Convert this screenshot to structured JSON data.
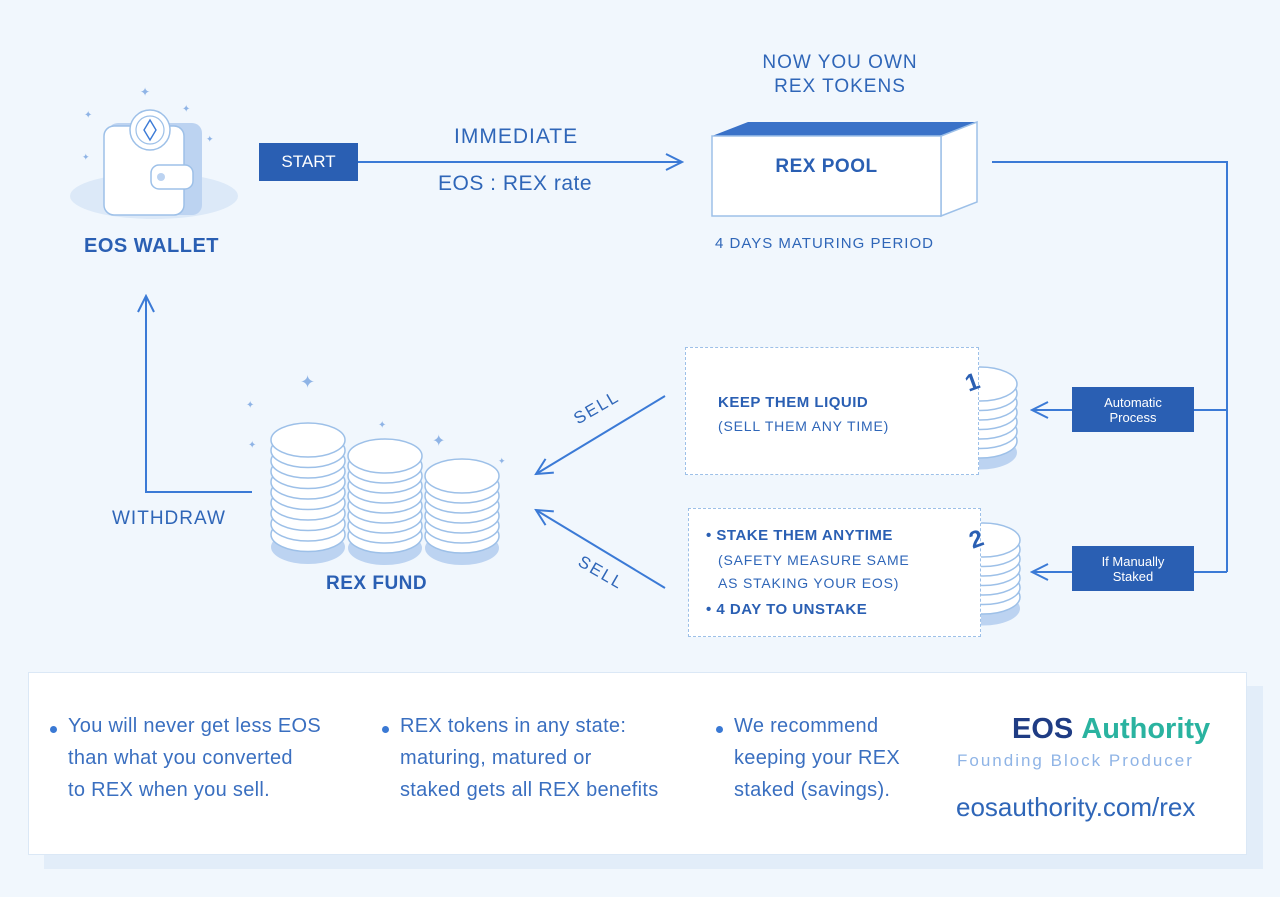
{
  "wallet": {
    "label": "EOS WALLET"
  },
  "start": {
    "label": "START"
  },
  "conversion": {
    "line1": "IMMEDIATE",
    "line2": "EOS : REX rate"
  },
  "rex_pool": {
    "heading_line1": "NOW YOU OWN",
    "heading_line2": "REX TOKENS",
    "label": "REX POOL",
    "maturing": "4 DAYS MATURING PERIOD"
  },
  "process": {
    "automatic_line1": "Automatic",
    "automatic_line2": "Process",
    "manual_line1": "If Manually",
    "manual_line2": "Staked"
  },
  "option_liquid": {
    "number": "1",
    "title": "KEEP THEM LIQUID",
    "subtitle": "(SELL THEM ANY TIME)"
  },
  "option_staked": {
    "number": "2",
    "point1": "• STAKE THEM ANYTIME",
    "point1_sub1": "(SAFETY MEASURE SAME",
    "point1_sub2": "AS STAKING YOUR EOS)",
    "point2": "• 4 DAY TO UNSTAKE"
  },
  "sell_label": "SELL",
  "rex_fund": {
    "label": "REX FUND"
  },
  "withdraw": {
    "label": "WITHDRAW"
  },
  "notes": [
    {
      "line1": "You will never get less EOS",
      "line2": "than what you converted",
      "line3": "to REX when you sell."
    },
    {
      "line1": "REX tokens in any state:",
      "line2": "maturing, matured or",
      "line3": "staked gets all REX benefits"
    },
    {
      "line1": "We recommend",
      "line2": "keeping your REX",
      "line3": "staked (savings)."
    }
  ],
  "brand": {
    "name_part1": "EOS",
    "name_part2": "Authority",
    "tagline": "Founding Block Producer",
    "url": "eosauthority.com/rex"
  },
  "colors": {
    "primary": "#2a5fb3",
    "text_blue": "#2f66b8",
    "line_blue": "#3b7ad6",
    "light_blue": "#d6e6f8",
    "background": "#f1f7fd",
    "brand_teal": "#2ab3a0",
    "brand_navy": "#1f3c84"
  }
}
